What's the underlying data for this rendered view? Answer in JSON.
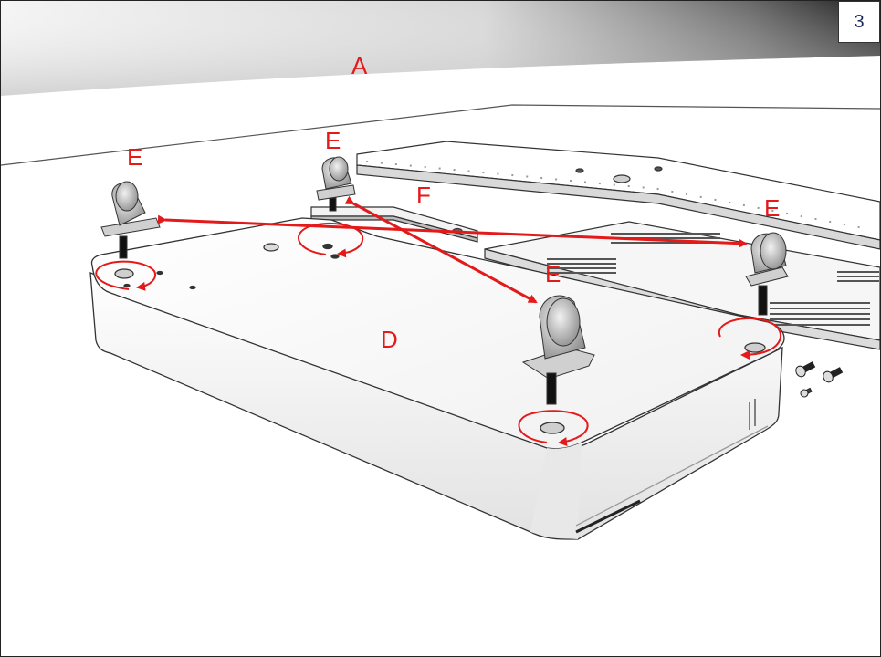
{
  "step_number": "3",
  "labels": {
    "a": "A",
    "d": "D",
    "e1": "E",
    "e2": "E",
    "e3": "E",
    "e4": "E",
    "f": "F"
  },
  "colors": {
    "annotation": "#e41a1a",
    "step_text": "#1a2a5a"
  }
}
